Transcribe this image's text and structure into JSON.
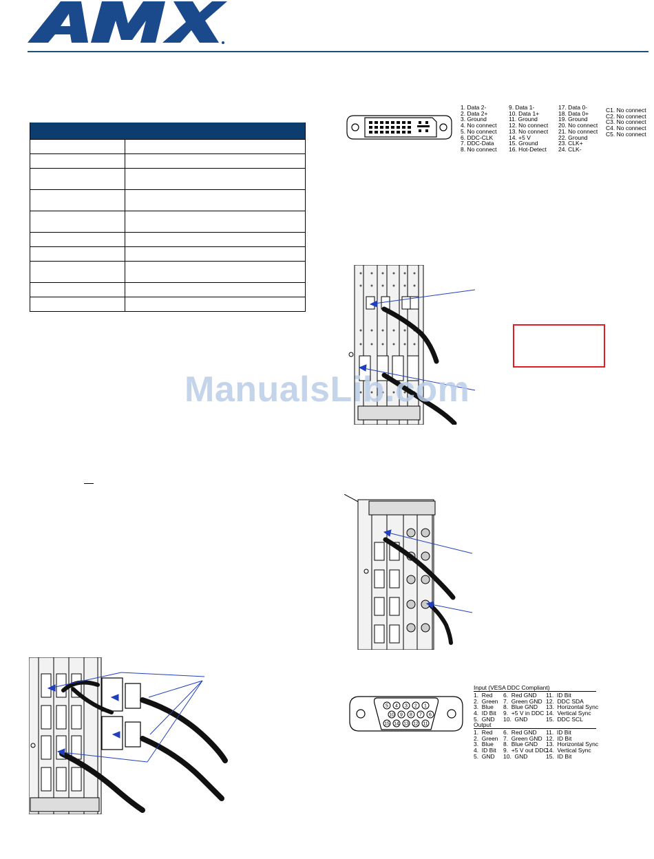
{
  "brand": {
    "name": "AMX",
    "color": "#1b4a8c",
    "rule_color": "#1f4e79"
  },
  "spec_table": {
    "header_color": "#0d3d6e",
    "rows": 11
  },
  "dvi_pinout": {
    "col1": "1. Data 2-\n2. Data 2+\n3. Ground\n4. No connect\n5. No connect\n6. DDC-CLK\n7. DDC-Data\n8. No connect",
    "col2": "9. Data 1-\n10. Data 1+\n11. Ground\n12. No connect\n13. No connect\n14. +5 V\n15. Ground\n16. Hot-Detect",
    "col3": "17. Data 0-\n18. Data 0+\n19. Ground\n20. No connect\n21. No connect\n22. Ground\n23. CLK+\n24. CLK-",
    "col4": "C1. No connect\nC2. No connect\nC3. No connect\nC4. No connect\nC5. No connect"
  },
  "vga_pinout": {
    "input_title": "Input (VESA DDC Compliant)",
    "input_col1": "1.  Red\n2.  Green\n3.  Blue\n4.  ID Bit\n5.  GND",
    "input_col2": "6.  Red GND\n7.  Green GND\n8.  Blue GND\n9.  +5 V in DDC\n10.  GND",
    "input_col3": "11.  ID Bit\n12.  DDC SDA\n13.  Horizontal Sync\n14.  Vertical Sync\n15.  DDC SCL",
    "output_title": "Output",
    "output_col1": "1.  Red\n2.  Green\n3.  Blue\n4.  ID Bit\n5.  GND",
    "output_col2": "6.  Red GND\n7.  Green GND\n8.  Blue GND\n9.  +5 V out DDC\n10.  GND",
    "output_col3": "11.  ID Bit\n12.  ID Bit\n13.  Horizontal Sync\n14.  Vertical Sync\n15.  ID Bit",
    "pin_numbers_top": [
      "5",
      "4",
      "3",
      "2",
      "1"
    ],
    "pin_numbers_mid": [
      "10",
      "9",
      "8",
      "7",
      "6"
    ],
    "pin_numbers_bot": [
      "15",
      "14",
      "13",
      "12",
      "11"
    ]
  },
  "watermark": {
    "text": "ManualsLib.com",
    "color": "#b9cde8"
  },
  "callout_color": "#1f3fbf",
  "highlight_box_color": "#e31b23"
}
